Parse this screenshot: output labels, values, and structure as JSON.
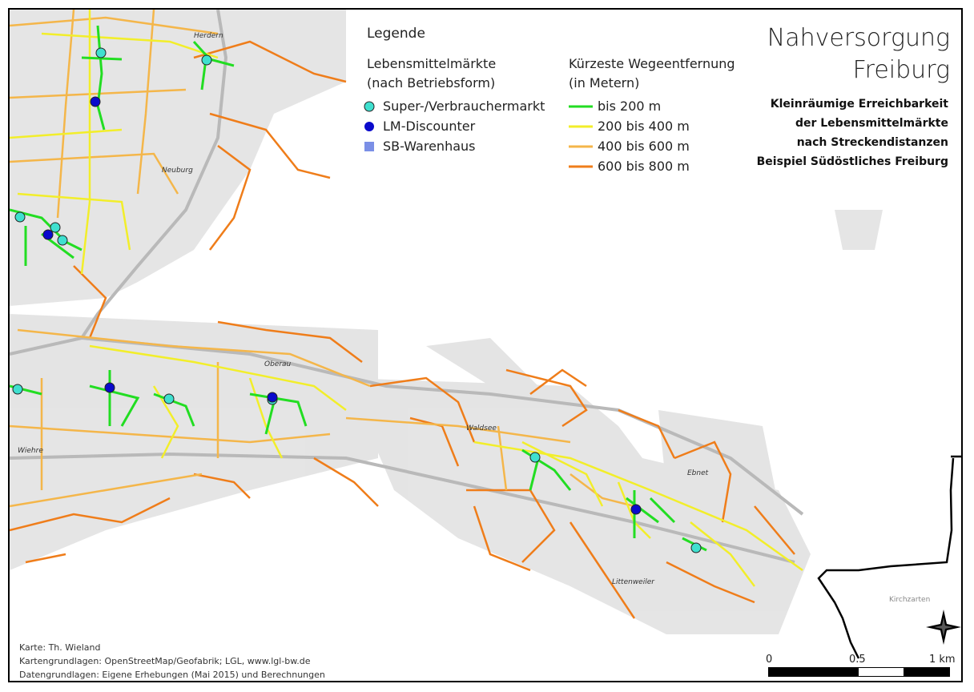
{
  "title": {
    "line1": "Nahversorgung",
    "line2": "Freiburg"
  },
  "subtitle": {
    "line1": "Kleinräumige Erreichbarkeit",
    "line2": "der Lebensmittelmärkte",
    "line3": "nach Streckendistanzen",
    "line4": "Beispiel Südöstliches Freiburg"
  },
  "legend": {
    "heading": "Legende",
    "markets_title_1": "Lebensmittelmärkte",
    "markets_title_2": "(nach Betriebsform)",
    "markets": [
      {
        "label": "Super-/Verbrauchermarkt",
        "color": "#3fe0cf",
        "shape": "circle"
      },
      {
        "label": "LM-Discounter",
        "color": "#0a0acc",
        "shape": "circle"
      },
      {
        "label": "SB-Warenhaus",
        "color": "#7b8fe6",
        "shape": "square"
      }
    ],
    "distance_title_1": "Kürzeste Wegeentfernung",
    "distance_title_2": "(in Metern)",
    "distances": [
      {
        "label": "bis 200 m",
        "color": "#22dd22"
      },
      {
        "label": "200 bis 400 m",
        "color": "#f2ee2a"
      },
      {
        "label": "400 bis 600 m",
        "color": "#f4b64a"
      },
      {
        "label": "600 bis 800 m",
        "color": "#ef7d1a"
      }
    ]
  },
  "places": {
    "herdern": "Herdern",
    "neuburg": "Neuburg",
    "oberau": "Oberau",
    "wiehre": "Wiehre",
    "waldsee": "Waldsee",
    "ebnet": "Ebnet",
    "littenweiler": "Littenweiler",
    "kirchzarten": "Kirchzarten"
  },
  "credits": {
    "line1": "Karte: Th. Wieland",
    "line2": "Kartengrundlagen: OpenStreetMap/Geofabrik; LGL, www.lgl-bw.de",
    "line3": "Datengrundlagen: Eigene Erhebungen (Mai 2015) und Berechnungen"
  },
  "scale": {
    "label_0": "0",
    "label_mid": "0.5",
    "label_end": "1 km"
  },
  "colors": {
    "building": "#c8c8c8",
    "road_grey": "#bdbdbd",
    "green": "#22dd22",
    "yellow": "#f2ee2a",
    "light_orange": "#f4b64a",
    "orange": "#ef7d1a"
  }
}
